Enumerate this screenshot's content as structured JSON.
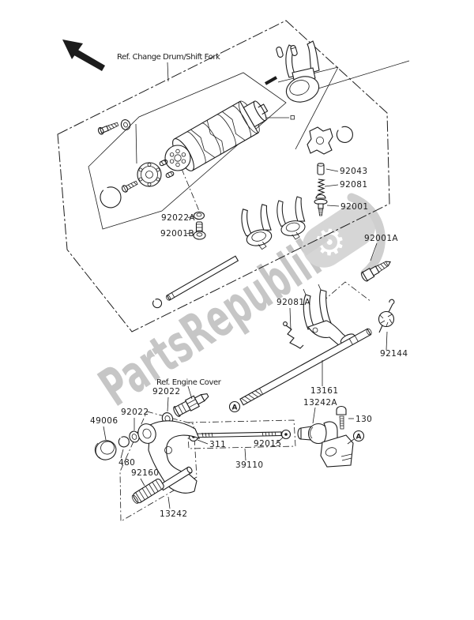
{
  "diagram": {
    "kind": "motorcycle-parts-fiche",
    "subject": "Gear change mechanism exploded view",
    "colors": {
      "ink": "#1c1c1c",
      "background": "#ffffff",
      "watermark_text": "#c3c3c3",
      "watermark_banner": "#d6d6d6"
    }
  },
  "watermark": {
    "text": "PartsRepublik",
    "logo_icon": "gear-banner"
  },
  "references": {
    "change_drum": "Ref. Change Drum/Shift Fork",
    "engine_cover": "Ref.  Engine Cover"
  },
  "markers": {
    "a": "A"
  },
  "labels": {
    "p92043": "92043",
    "p92081": "92081",
    "p92001": "92001",
    "p92022a": "92022A",
    "p92001b": "92001B",
    "p92001a": "92001A",
    "p92081a": "92081A",
    "p92144": "92144",
    "p13161": "13161",
    "p13242a": "13242A",
    "p130": "130",
    "p92022_upper": "92022",
    "p92022_left": "92022",
    "p49006": "49006",
    "p480": "480",
    "p92160": "92160",
    "p13242": "13242",
    "p311": "311",
    "p92015": "92015",
    "p39110": "39110"
  }
}
